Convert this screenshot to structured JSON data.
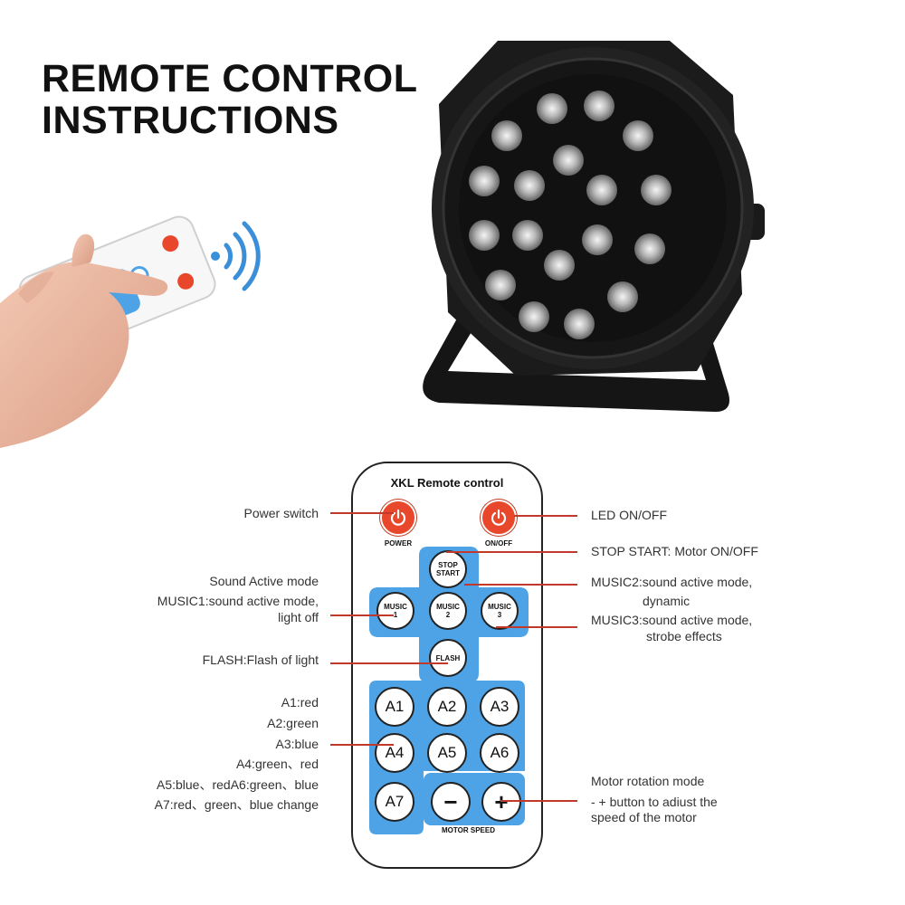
{
  "title": {
    "line1": "REMOTE CONTROL",
    "line2": "INSTRUCTIONS"
  },
  "remote": {
    "brand": "XKL Remote control",
    "power_label": "POWER",
    "onoff_label": "ON/OFF",
    "stop_start": [
      "STOP",
      "START"
    ],
    "music1": [
      "MUSIC",
      "1"
    ],
    "music2": [
      "MUSIC",
      "2"
    ],
    "music3": [
      "MUSIC",
      "3"
    ],
    "flash": "FLASH",
    "grid_buttons": [
      "A1",
      "A2",
      "A3",
      "A4",
      "A5",
      "A6",
      "A7"
    ],
    "minus": "−",
    "plus": "+",
    "motor_speed": "MOTOR SPEED"
  },
  "annotations": {
    "power_switch": "Power switch",
    "led_onoff": "LED ON/OFF",
    "stop_start": "STOP START: Motor ON/OFF",
    "sound_active": "Sound Active mode",
    "music1_line1": "MUSIC1:sound active mode,",
    "music1_line2": "light off",
    "music2_line1": "MUSIC2:sound active mode,",
    "music2_line2": "dynamic",
    "music3_line1": "MUSIC3:sound active mode,",
    "music3_line2": "strobe effects",
    "flash": "FLASH:Flash of light",
    "a1": "A1:red",
    "a2": "A2:green",
    "a3": "A3:blue",
    "a4": "A4:green、red",
    "a5a6": "A5:blue、redA6:green、blue",
    "a7": "A7:red、green、blue change",
    "motor_mode": "Motor rotation mode",
    "motor_desc1": "- + button to adiust the",
    "motor_desc2": "speed of the motor"
  },
  "colors": {
    "power_red": "#e8472b",
    "panel_blue": "#4da3e6",
    "line_red": "#c0392b",
    "body_black": "#1a1a1a"
  }
}
